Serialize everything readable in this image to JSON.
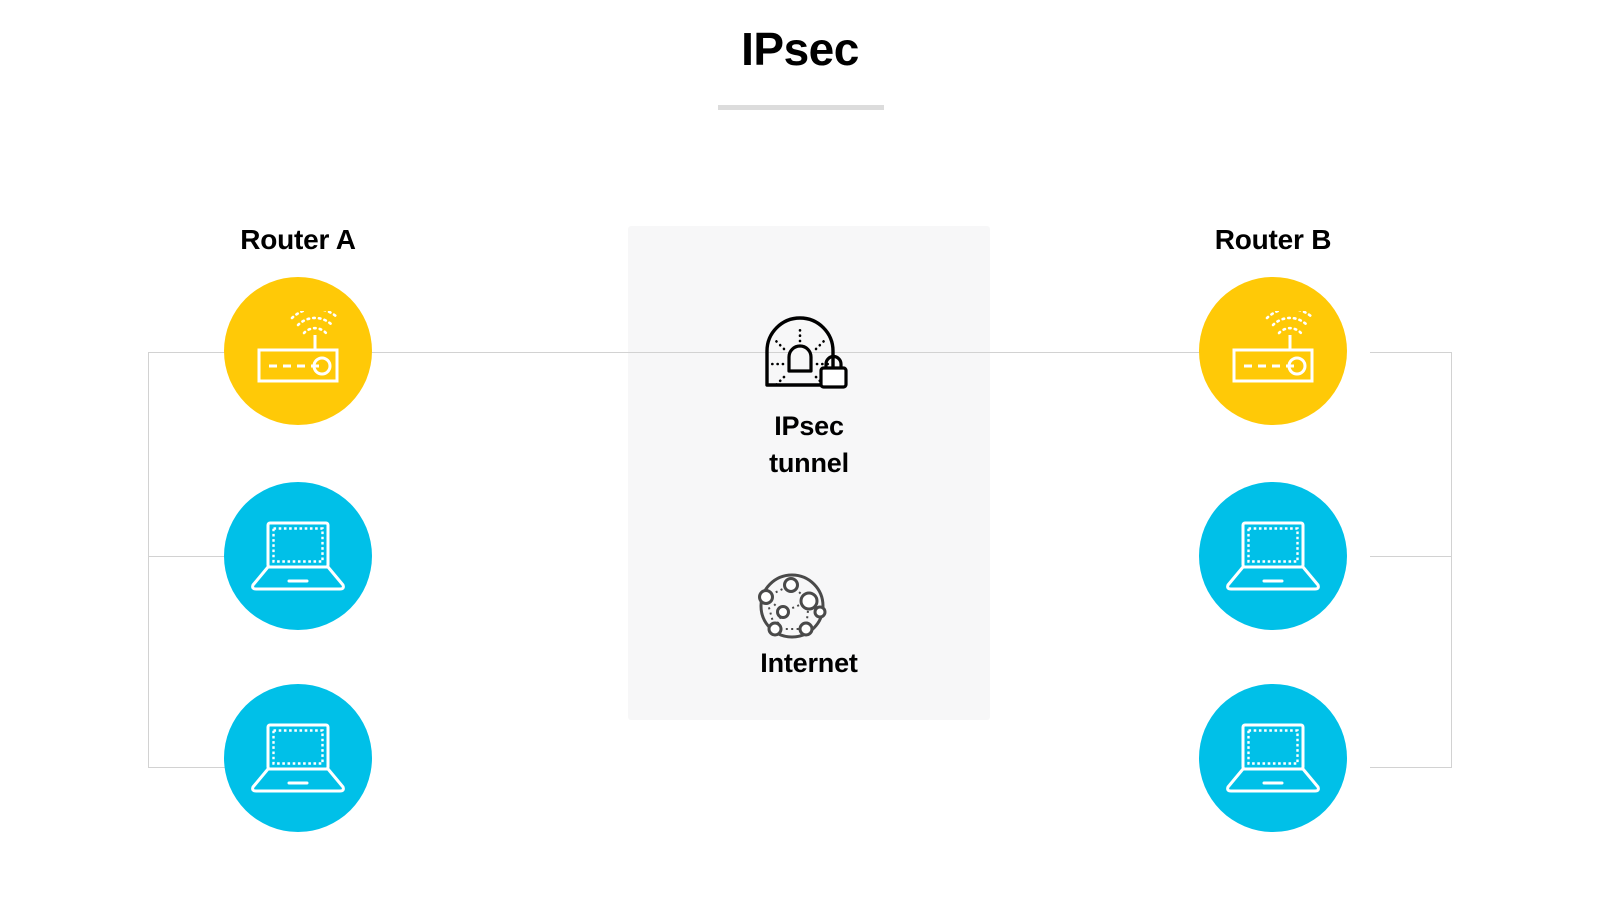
{
  "page": {
    "title": "IPsec",
    "background": "#ffffff"
  },
  "colors": {
    "router_circle": "#FFC907",
    "laptop_circle": "#00C0E8",
    "panel_background": "#f7f7f8",
    "line": "#d2d2d2",
    "title_rule": "#dcdcdc",
    "icon_stroke_light": "#ffffff",
    "icon_stroke_dark": "#000000",
    "internet_icon_stroke": "#4a4a4a",
    "text": "#000000"
  },
  "left_group": {
    "label": "Router A",
    "nodes": [
      {
        "type": "router",
        "icon": "router-icon"
      },
      {
        "type": "laptop",
        "icon": "laptop-icon"
      },
      {
        "type": "laptop",
        "icon": "laptop-icon"
      }
    ]
  },
  "right_group": {
    "label": "Router B",
    "nodes": [
      {
        "type": "router",
        "icon": "router-icon"
      },
      {
        "type": "laptop",
        "icon": "laptop-icon"
      },
      {
        "type": "laptop",
        "icon": "laptop-icon"
      }
    ]
  },
  "center_panel": {
    "tunnel": {
      "label": "IPsec\ntunnel",
      "icon": "ipsec-tunnel-lock-icon"
    },
    "internet": {
      "label": "Internet",
      "icon": "internet-globe-icon"
    }
  }
}
